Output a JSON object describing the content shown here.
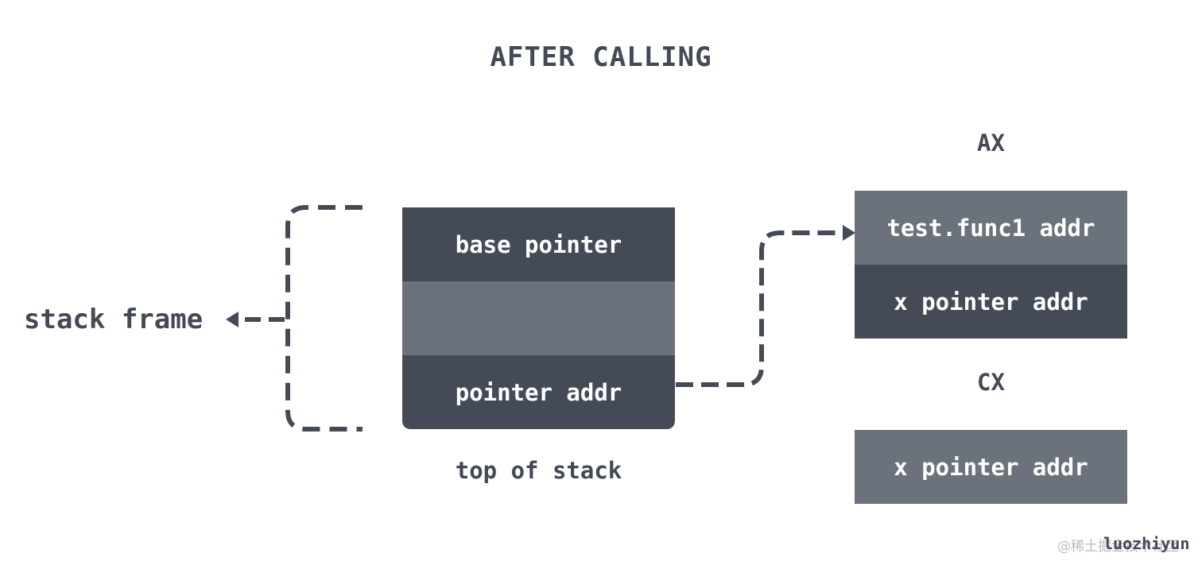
{
  "title": "AFTER CALLING",
  "stack": {
    "label": "stack frame",
    "cells": [
      "base pointer",
      "",
      "pointer addr"
    ],
    "caption": "top of stack"
  },
  "registers": {
    "ax": {
      "label": "AX",
      "cells": [
        "test.func1 addr",
        "x pointer addr"
      ]
    },
    "cx": {
      "label": "CX",
      "cells": [
        "x pointer addr"
      ]
    }
  },
  "footer": {
    "watermark": "@稀土掘金技术社区",
    "author": "luozhiyun"
  },
  "colors": {
    "dark": "#454b56",
    "mid": "#6b727c",
    "text": "#434955"
  }
}
